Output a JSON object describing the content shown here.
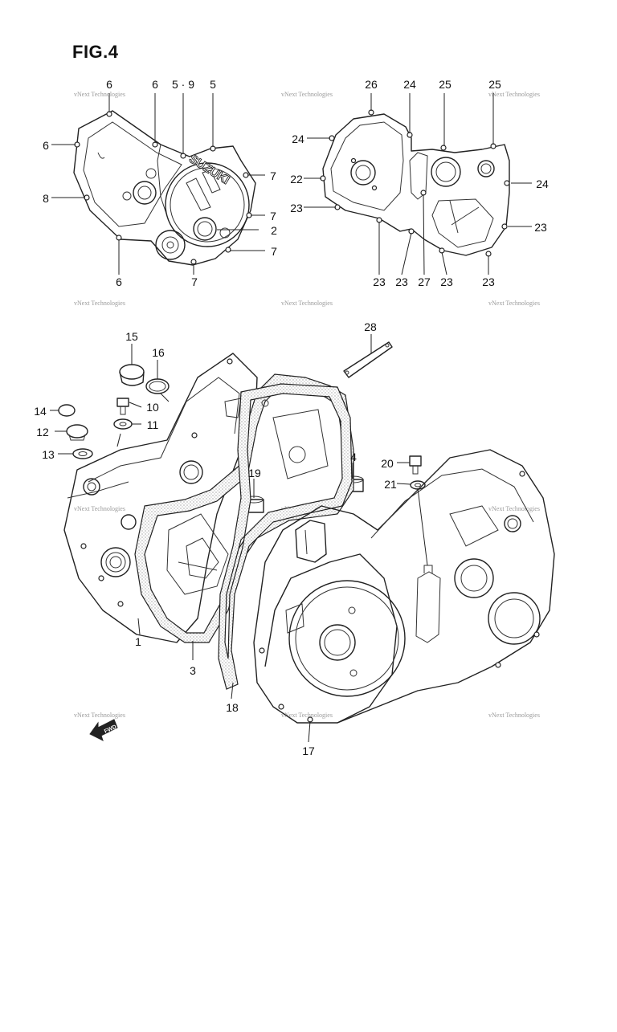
{
  "figure": {
    "title": "FIG.4"
  },
  "cover_text": "SUZUKI",
  "fwd_text": "FWD",
  "watermark": "vNext Technologies",
  "callouts": [
    {
      "id": "c6a",
      "label": "6"
    },
    {
      "id": "c6b",
      "label": "6"
    },
    {
      "id": "c59",
      "label": "5 · 9"
    },
    {
      "id": "c5",
      "label": "5"
    },
    {
      "id": "c6c",
      "label": "6"
    },
    {
      "id": "c8",
      "label": "8"
    },
    {
      "id": "c7a",
      "label": "7"
    },
    {
      "id": "c7b",
      "label": "7"
    },
    {
      "id": "c2",
      "label": "2"
    },
    {
      "id": "c7c",
      "label": "7"
    },
    {
      "id": "c6d",
      "label": "6"
    },
    {
      "id": "c7d",
      "label": "7"
    },
    {
      "id": "c26",
      "label": "26"
    },
    {
      "id": "c24a",
      "label": "24"
    },
    {
      "id": "c25a",
      "label": "25"
    },
    {
      "id": "c25b",
      "label": "25"
    },
    {
      "id": "c24b",
      "label": "24"
    },
    {
      "id": "c22",
      "label": "22"
    },
    {
      "id": "c24c",
      "label": "24"
    },
    {
      "id": "c23a",
      "label": "23"
    },
    {
      "id": "c23b",
      "label": "23"
    },
    {
      "id": "c23c",
      "label": "23"
    },
    {
      "id": "c23d",
      "label": "23"
    },
    {
      "id": "c27",
      "label": "27"
    },
    {
      "id": "c23e",
      "label": "23"
    },
    {
      "id": "c23f",
      "label": "23"
    },
    {
      "id": "c28",
      "label": "28"
    },
    {
      "id": "c15",
      "label": "15"
    },
    {
      "id": "c16",
      "label": "16"
    },
    {
      "id": "c14",
      "label": "14"
    },
    {
      "id": "c10",
      "label": "10"
    },
    {
      "id": "c12",
      "label": "12"
    },
    {
      "id": "c11",
      "label": "11"
    },
    {
      "id": "c13",
      "label": "13"
    },
    {
      "id": "c19",
      "label": "19"
    },
    {
      "id": "c4",
      "label": "4"
    },
    {
      "id": "c20",
      "label": "20"
    },
    {
      "id": "c21",
      "label": "21"
    },
    {
      "id": "c1",
      "label": "1"
    },
    {
      "id": "c3",
      "label": "3"
    },
    {
      "id": "c18",
      "label": "18"
    },
    {
      "id": "c17",
      "label": "17"
    }
  ]
}
